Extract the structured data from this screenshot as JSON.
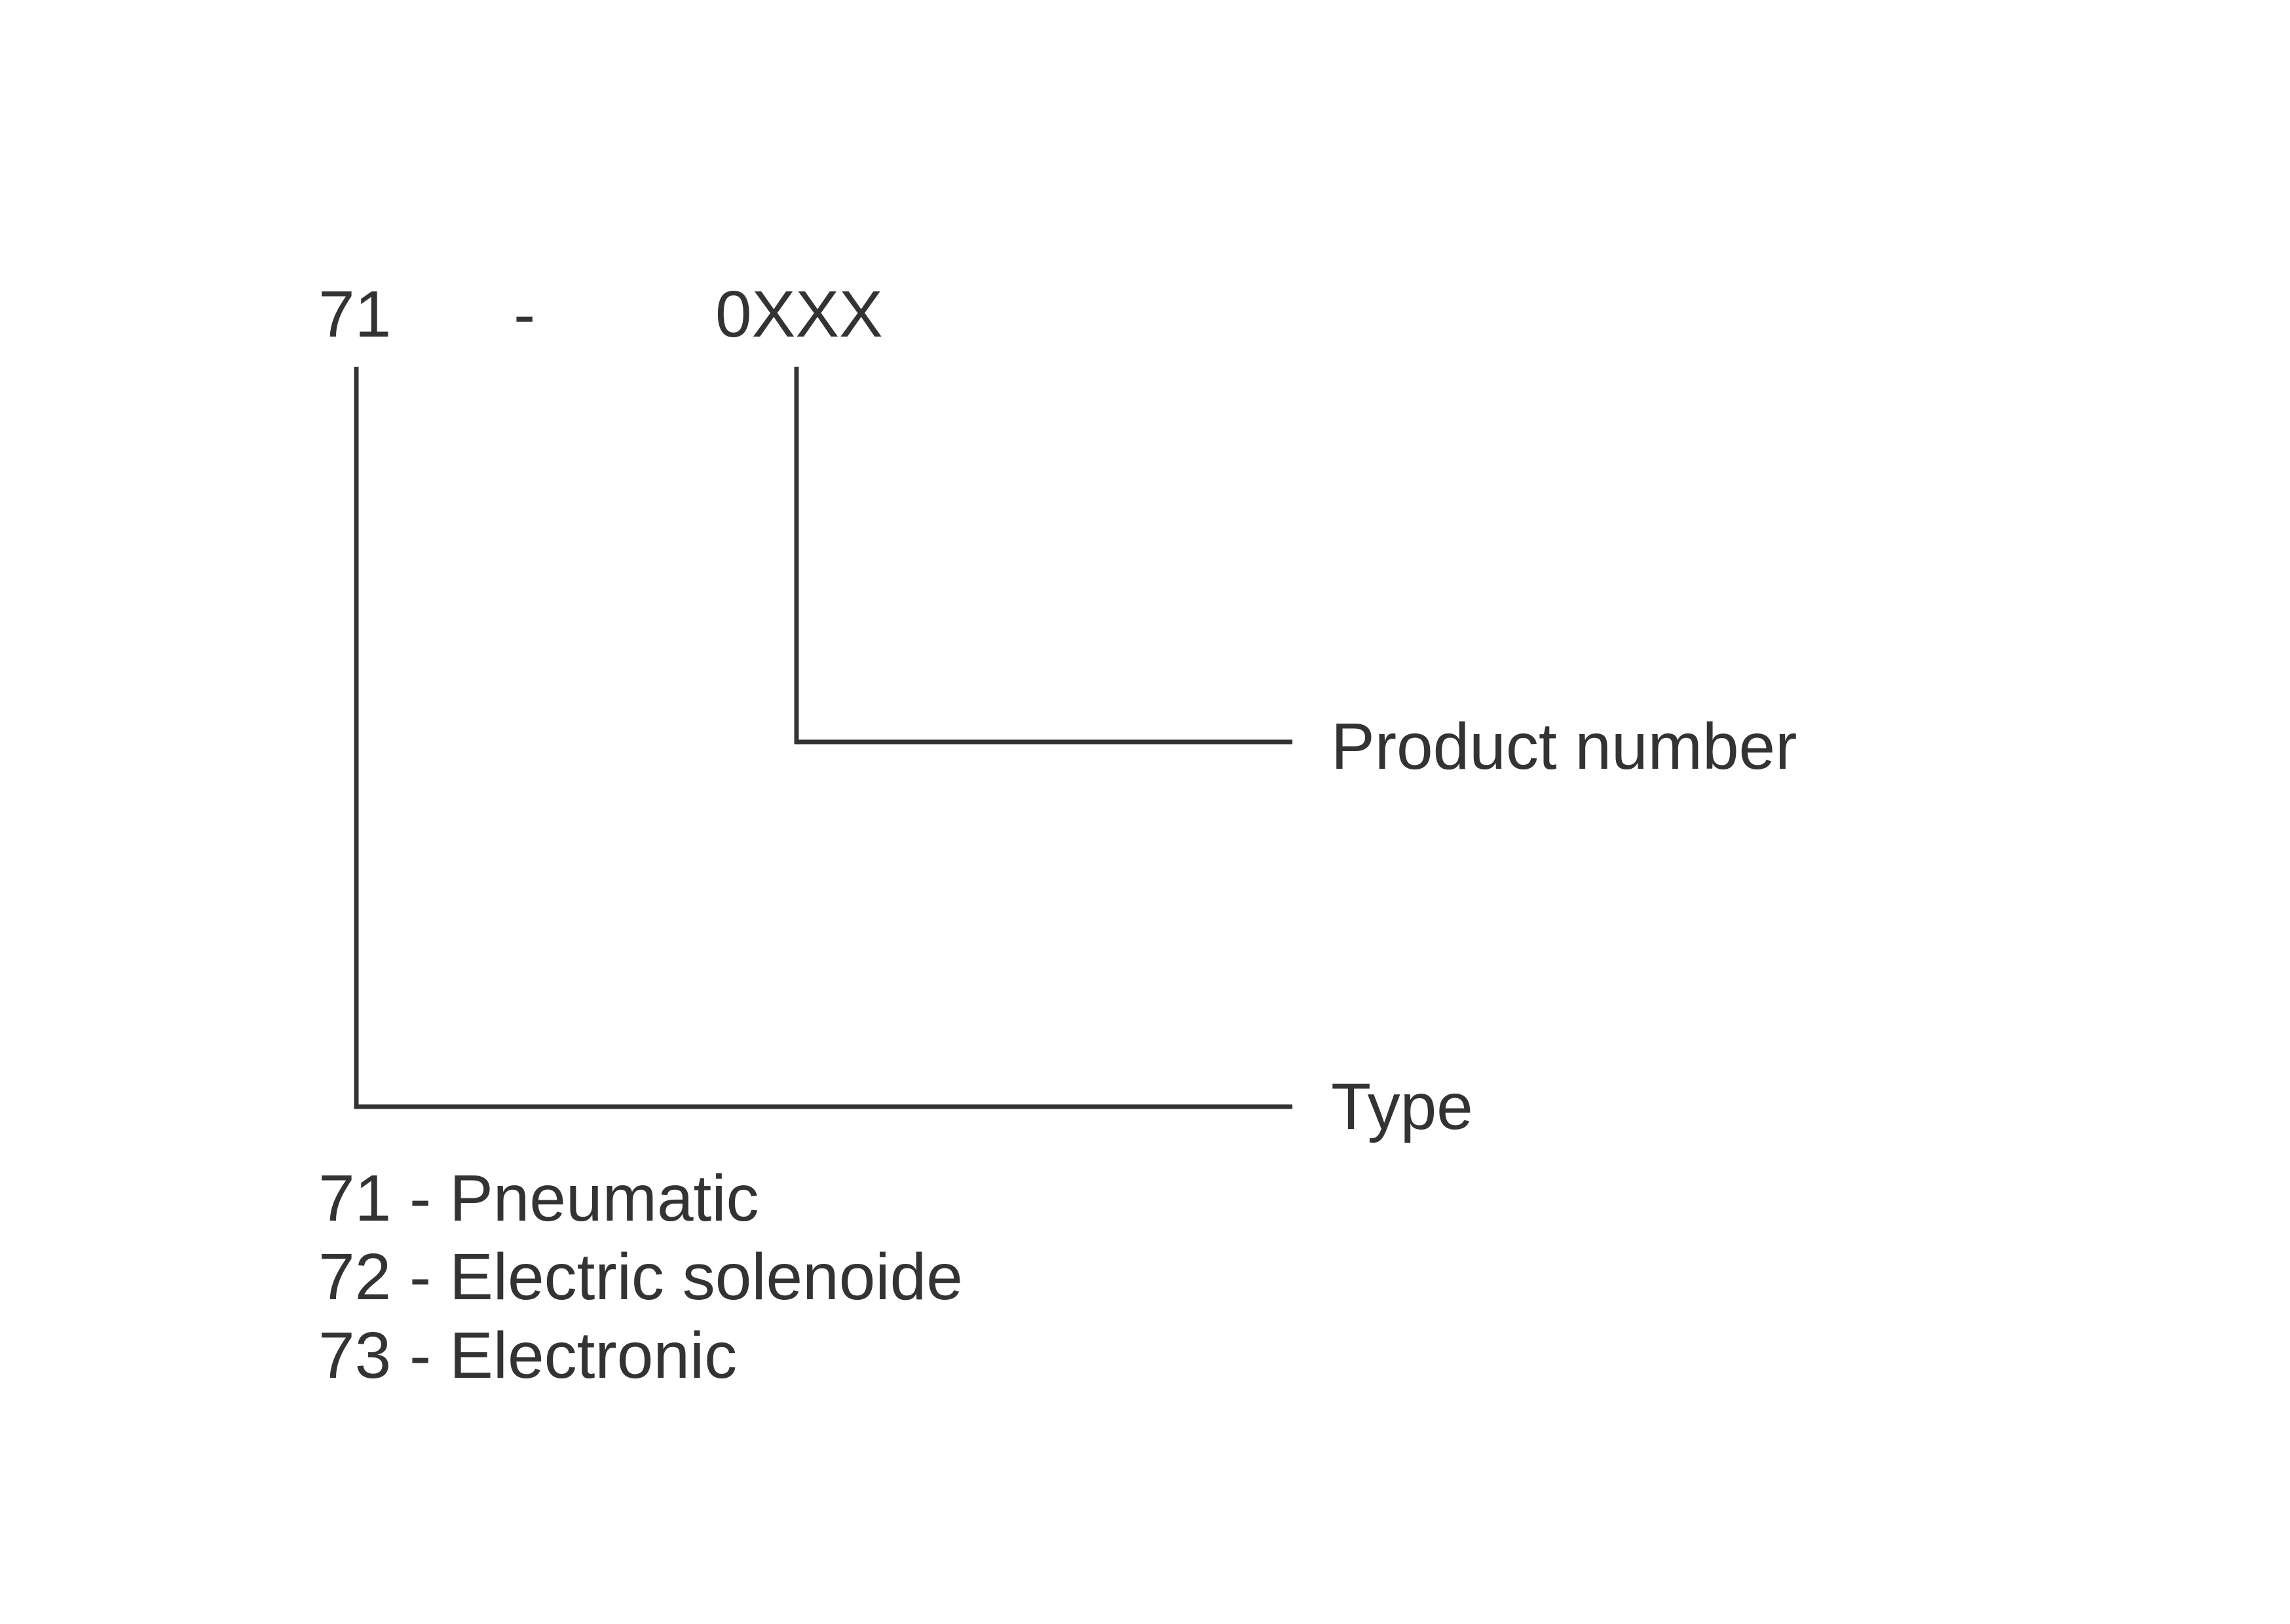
{
  "code": {
    "prefix": "71",
    "separator": "-",
    "suffix": "0XXX"
  },
  "labels": {
    "product_number": "Product number",
    "type": "Type"
  },
  "type_legend": [
    "71 - Pneumatic",
    "72 - Electric solenoide",
    "73 - Electronic"
  ],
  "colors": {
    "text": "#333333",
    "lines": "#333333",
    "background": "#ffffff"
  }
}
